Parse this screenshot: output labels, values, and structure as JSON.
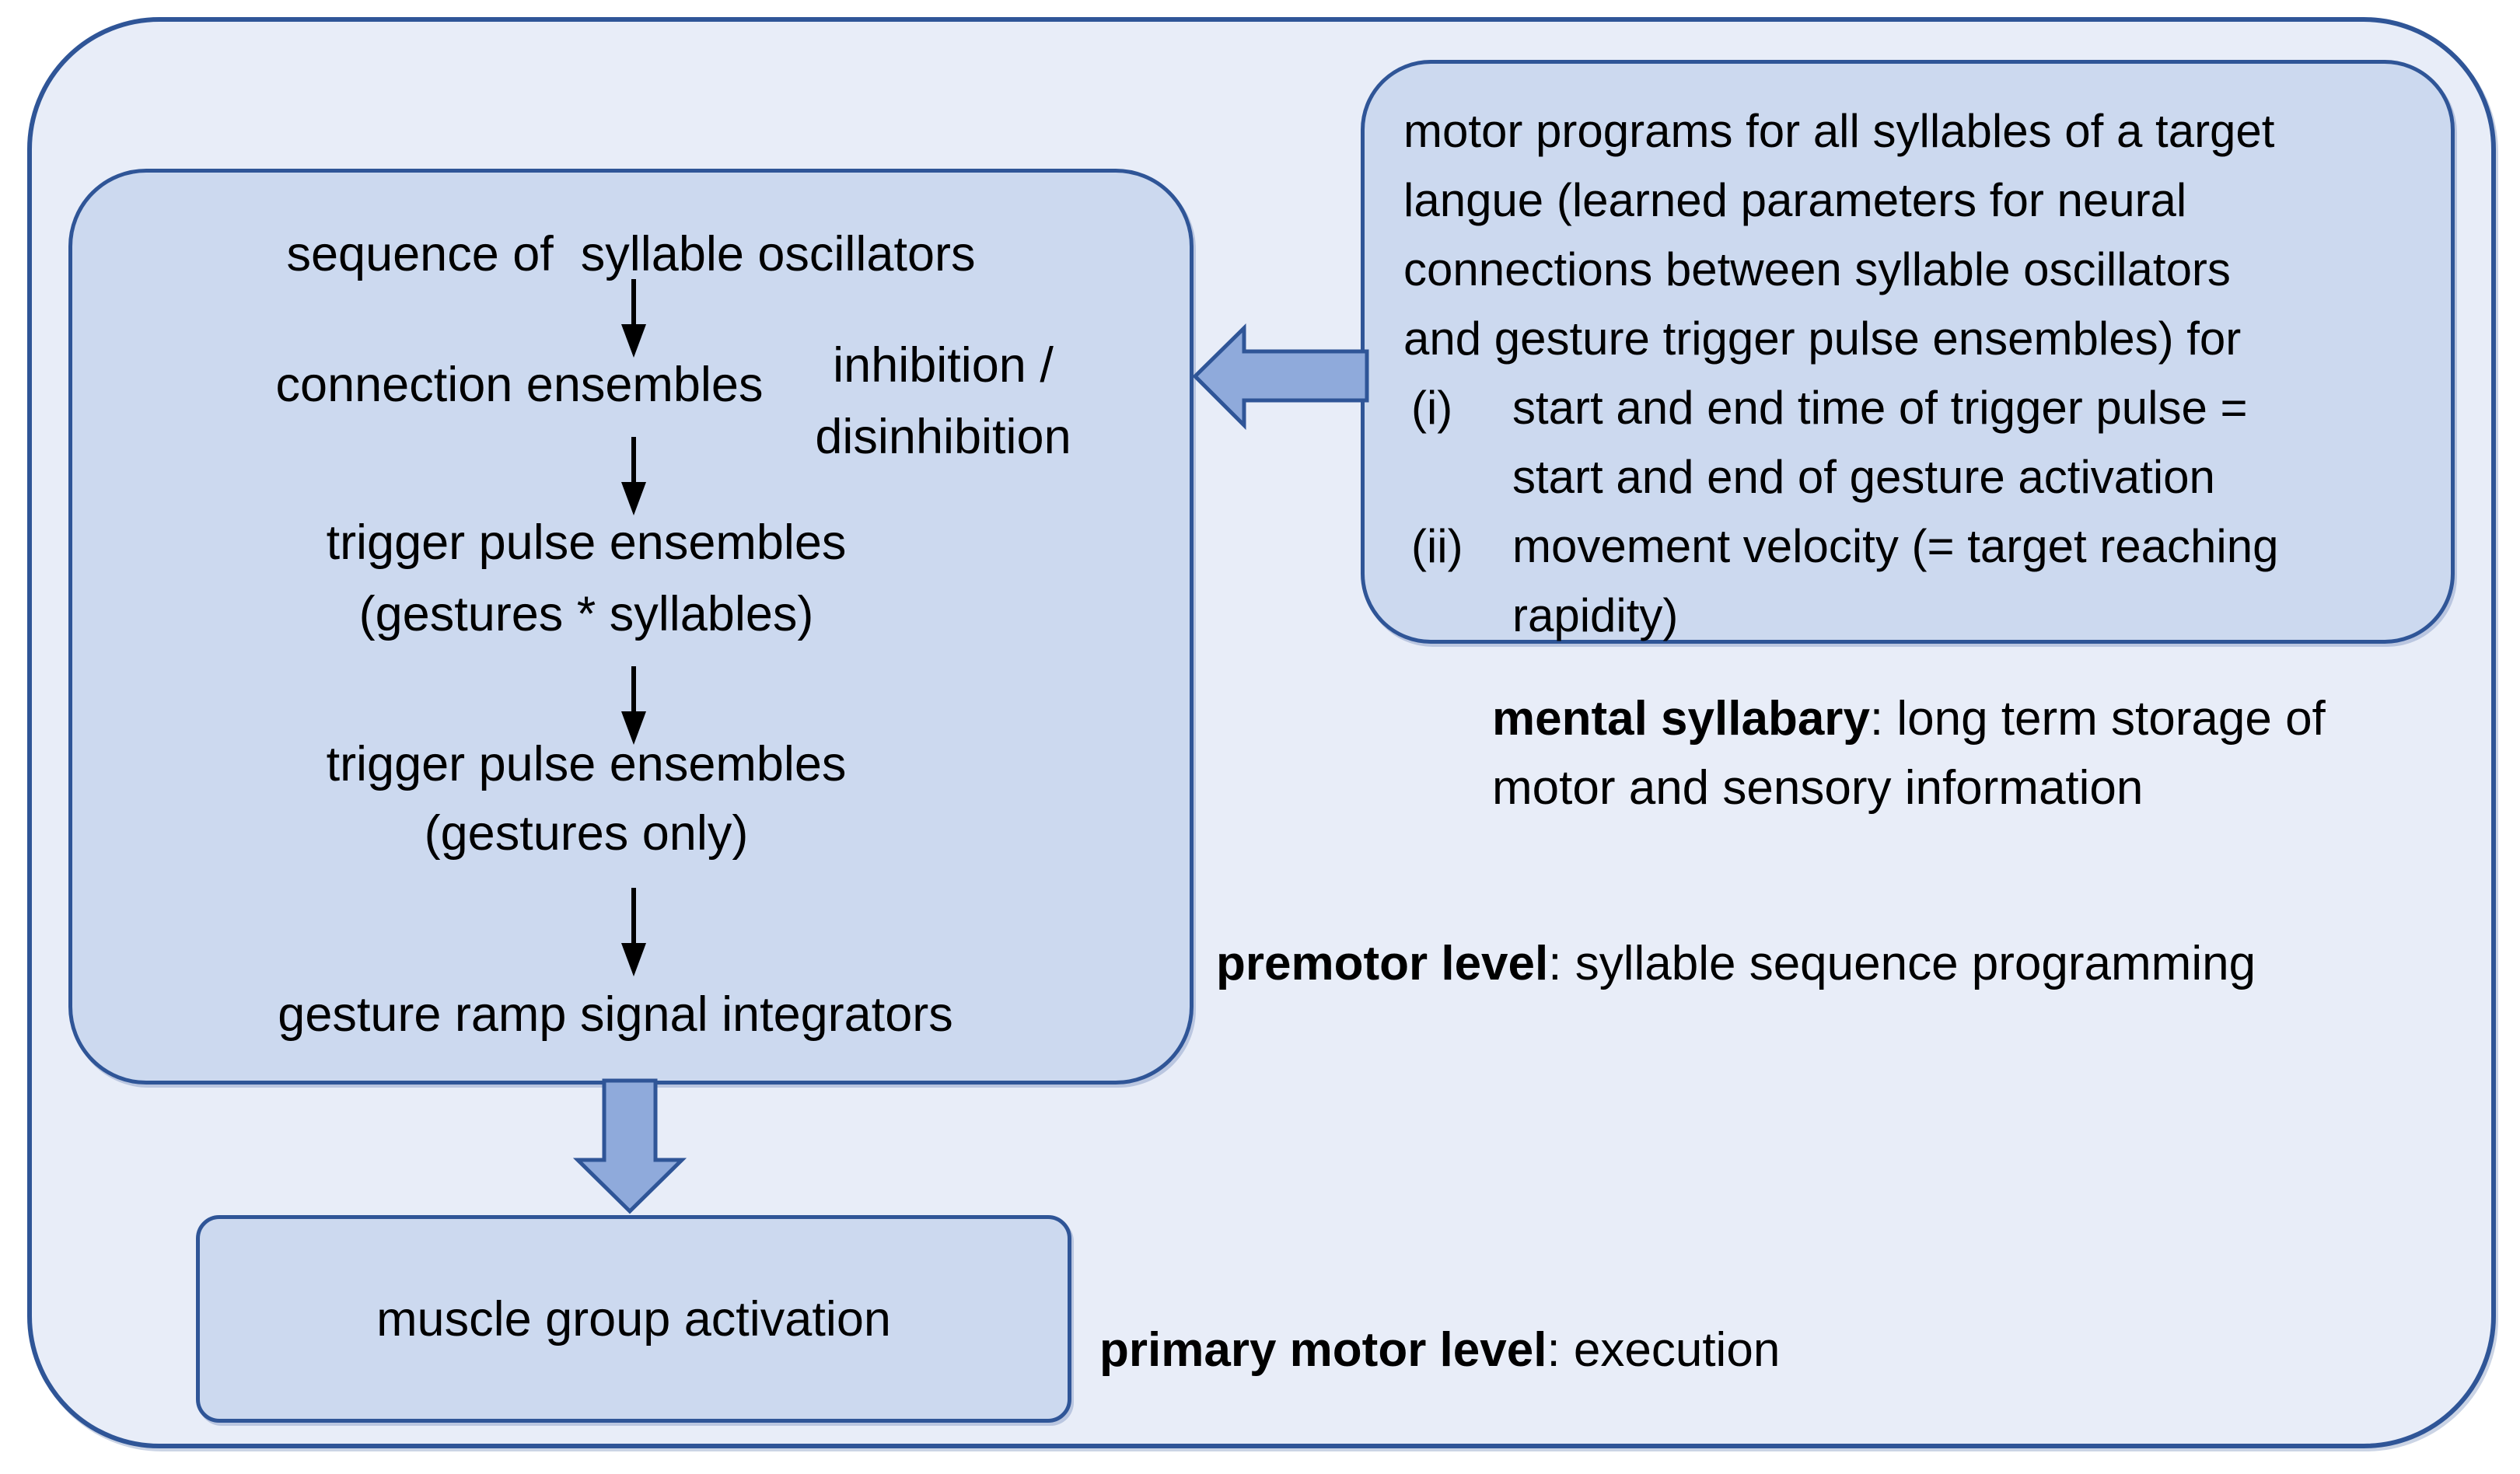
{
  "colors": {
    "outer_fill": "#e8edf8",
    "box_fill": "#ccd9ef",
    "border": "#2f5597",
    "block_arrow_fill": "#8faadb",
    "text": "#000000"
  },
  "left_box": {
    "rows": [
      {
        "text": "sequence of  syllable oscillators"
      },
      {
        "text": "connection ensembles"
      },
      {
        "text": "trigger pulse ensembles"
      },
      {
        "text": "(gestures * syllables)"
      },
      {
        "text": "trigger pulse ensembles"
      },
      {
        "text": "(gestures only)"
      },
      {
        "text": "gesture ramp signal integrators"
      }
    ],
    "side_label": "inhibition /\ndisinhibition"
  },
  "right_box": {
    "lines": [
      {
        "marker": "",
        "text": "motor programs for all syllables of a target"
      },
      {
        "marker": "",
        "text": "langue (learned parameters for neural"
      },
      {
        "marker": "",
        "text": "connections between syllable oscillators"
      },
      {
        "marker": "",
        "text": "and gesture trigger pulse ensembles) for"
      },
      {
        "marker": "(i)",
        "text": "start and end time of trigger pulse ="
      },
      {
        "marker": "",
        "text": "start and end of gesture activation",
        "indent": true
      },
      {
        "marker": "(ii)",
        "text": "movement velocity (= target reaching"
      },
      {
        "marker": "",
        "text": "rapidity)",
        "indent": true
      }
    ]
  },
  "annotations": {
    "mental": {
      "bold": "mental syllabary",
      "rest": ": long term storage of motor and sensory information"
    },
    "premotor": {
      "bold": "premotor level",
      "rest": ": syllable sequence programming"
    },
    "primary": {
      "bold": "primary motor level",
      "rest": ": execution"
    }
  },
  "muscle_box": {
    "label": "muscle group activation"
  }
}
